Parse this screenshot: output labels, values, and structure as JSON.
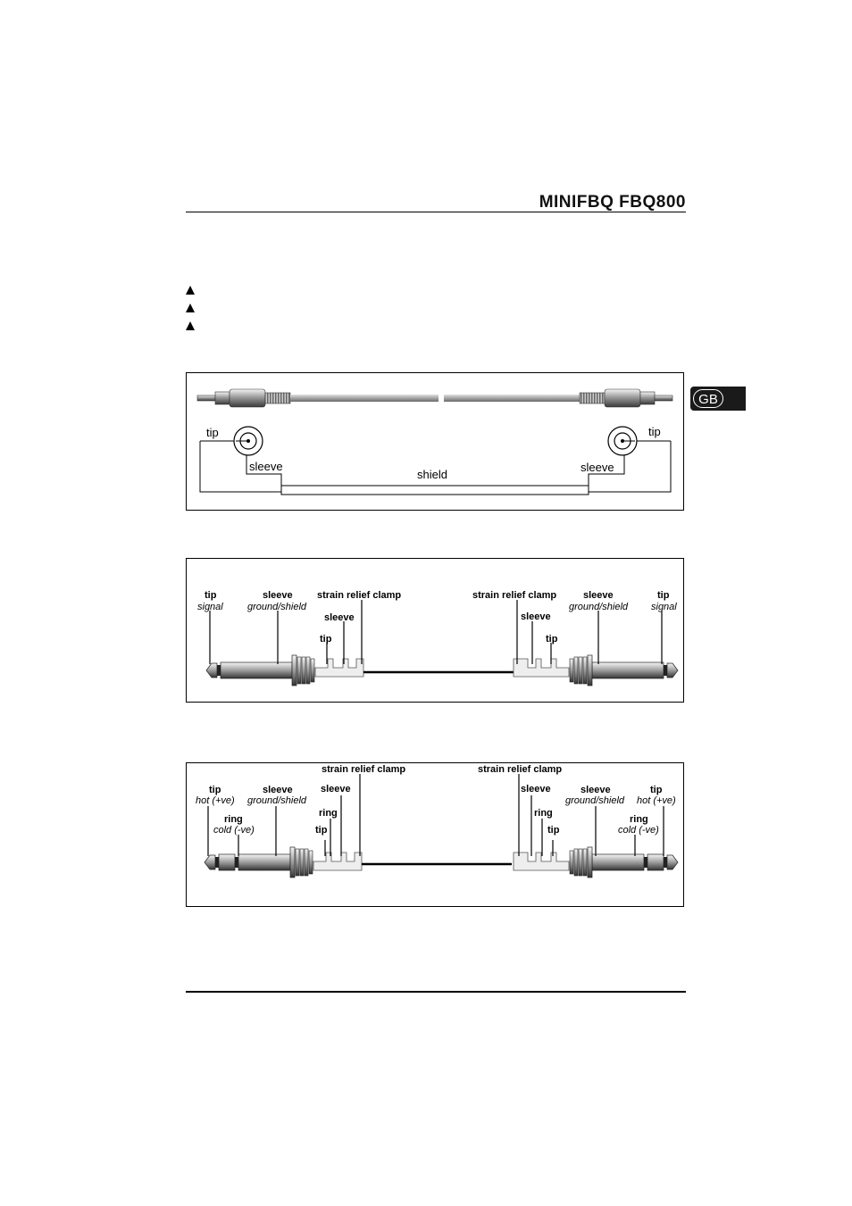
{
  "header": {
    "title": "MINIFBQ FBQ800"
  },
  "tab": {
    "label": "GB"
  },
  "diagram1": {
    "left_tip": "tip",
    "right_tip": "tip",
    "left_sleeve": "sleeve",
    "right_sleeve": "sleeve",
    "shield": "shield"
  },
  "diagram2": {
    "tip": "tip",
    "signal": "signal",
    "sleeve": "sleeve",
    "ground_shield": "ground/shield",
    "strain_relief_clamp": "strain relief clamp",
    "inner_sleeve": "sleeve",
    "inner_tip": "tip"
  },
  "diagram3": {
    "tip": "tip",
    "hot": "hot (+ve)",
    "ring": "ring",
    "cold": "cold (-ve)",
    "sleeve": "sleeve",
    "ground_shield": "ground/shield",
    "strain_relief_clamp": "strain relief clamp",
    "inner_sleeve": "sleeve",
    "inner_ring": "ring",
    "inner_tip": "tip"
  }
}
